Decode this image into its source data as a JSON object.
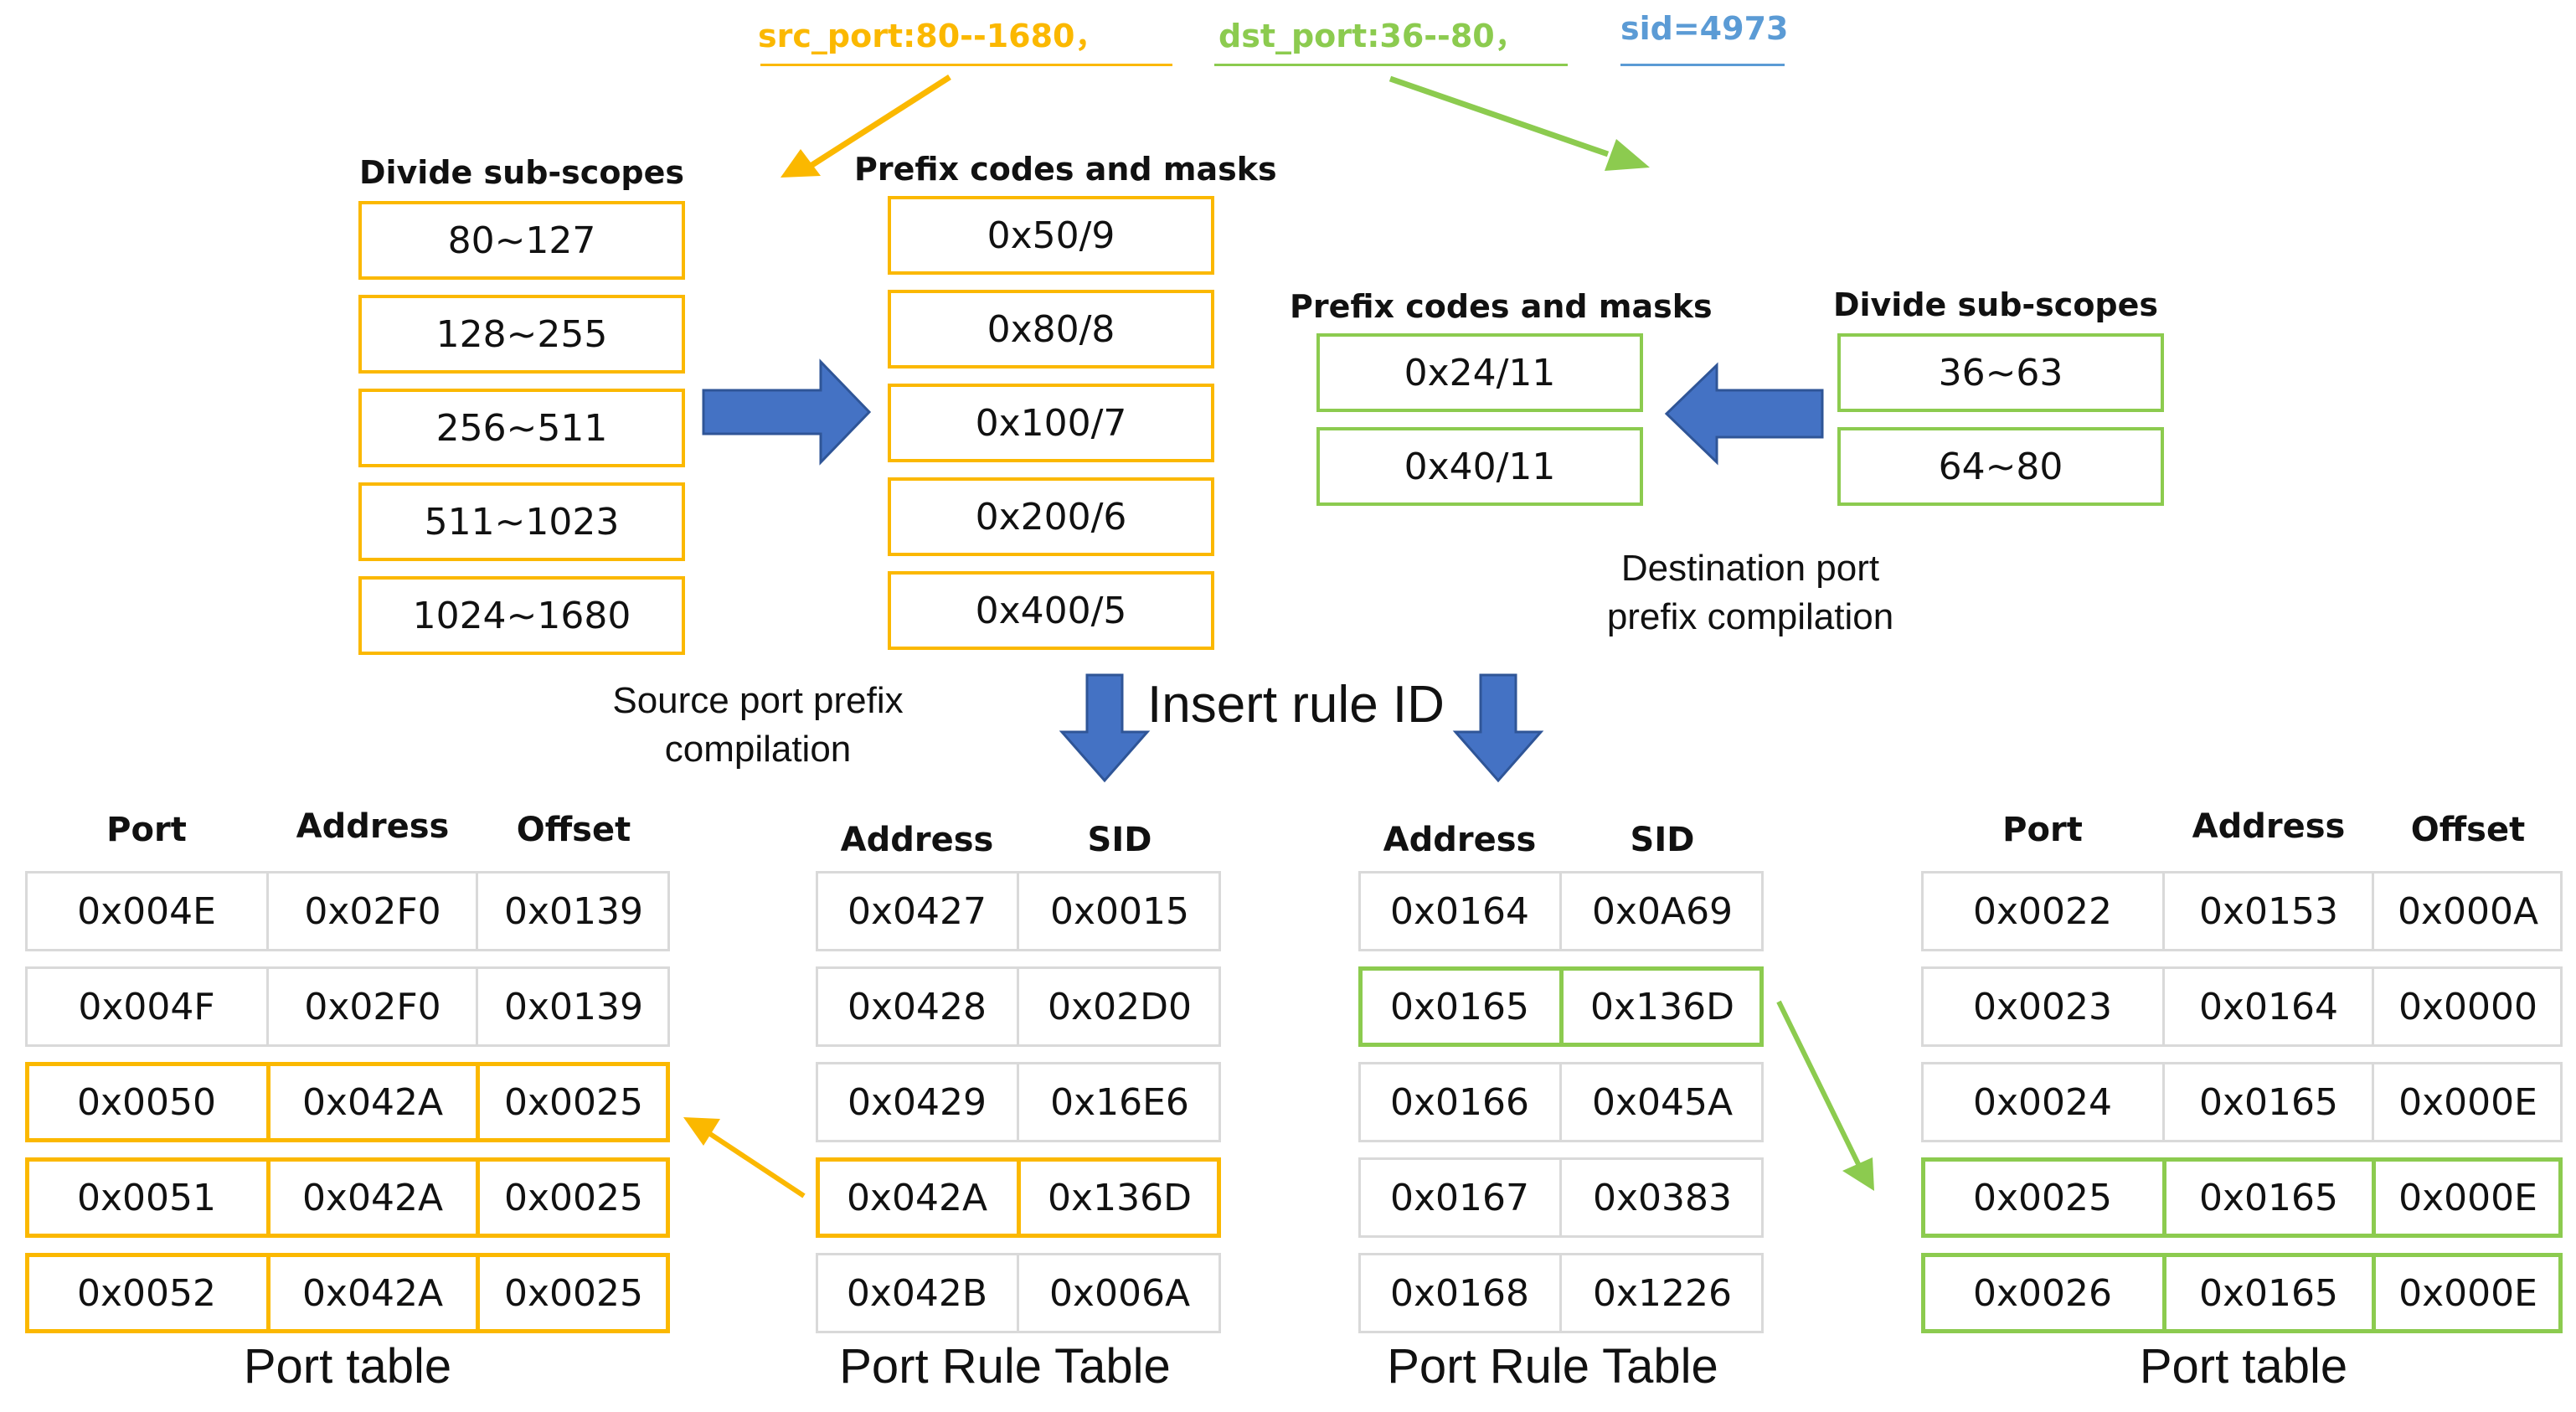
{
  "header": {
    "src_port": "src_port:80--1680，",
    "dst_port": "dst_port:36--80，",
    "sid": "sid=4973"
  },
  "colors": {
    "yellow": "#FBB800",
    "green": "#8CCB4F",
    "blue": "#4472C4",
    "sid_blue": "#5B9BD5"
  },
  "source": {
    "divide_label": "Divide sub-scopes",
    "prefix_label": "Prefix codes and masks",
    "ranges": [
      "80~127",
      "128~255",
      "256~511",
      "511~1023",
      "1024~1680"
    ],
    "prefixes": [
      "0x50/9",
      "0x80/8",
      "0x100/7",
      "0x200/6",
      "0x400/5"
    ],
    "caption_line1": "Source port prefix",
    "caption_line2": "compilation"
  },
  "destination": {
    "prefix_label": "Prefix codes and masks",
    "divide_label": "Divide sub-scopes",
    "prefixes": [
      "0x24/11",
      "0x40/11"
    ],
    "ranges": [
      "36~63",
      "64~80"
    ],
    "caption_line1": "Destination port",
    "caption_line2": "prefix compilation"
  },
  "insert_label": "Insert rule ID",
  "tables": {
    "src_port_table": {
      "name": "Port table",
      "headers": [
        "Port",
        "Address",
        "Offset"
      ],
      "rows": [
        [
          "0x004E",
          "0x02F0",
          "0x0139"
        ],
        [
          "0x004F",
          "0x02F0",
          "0x0139"
        ],
        [
          "0x0050",
          "0x042A",
          "0x0025"
        ],
        [
          "0x0051",
          "0x042A",
          "0x0025"
        ],
        [
          "0x0052",
          "0x042A",
          "0x0025"
        ]
      ]
    },
    "src_rule_table": {
      "name": "Port Rule Table",
      "headers": [
        "Address",
        "SID"
      ],
      "rows": [
        [
          "0x0427",
          "0x0015"
        ],
        [
          "0x0428",
          "0x02D0"
        ],
        [
          "0x0429",
          "0x16E6"
        ],
        [
          "0x042A",
          "0x136D"
        ],
        [
          "0x042B",
          "0x006A"
        ]
      ]
    },
    "dst_rule_table": {
      "name": "Port Rule Table",
      "headers": [
        "Address",
        "SID"
      ],
      "rows": [
        [
          "0x0164",
          "0x0A69"
        ],
        [
          "0x0165",
          "0x136D"
        ],
        [
          "0x0166",
          "0x045A"
        ],
        [
          "0x0167",
          "0x0383"
        ],
        [
          "0x0168",
          "0x1226"
        ]
      ]
    },
    "dst_port_table": {
      "name": "Port table",
      "headers": [
        "Port",
        "Address",
        "Offset"
      ],
      "rows": [
        [
          "0x0022",
          "0x0153",
          "0x000A"
        ],
        [
          "0x0023",
          "0x0164",
          "0x0000"
        ],
        [
          "0x0024",
          "0x0165",
          "0x000E"
        ],
        [
          "0x0025",
          "0x0165",
          "0x000E"
        ],
        [
          "0x0026",
          "0x0165",
          "0x000E"
        ]
      ]
    }
  }
}
